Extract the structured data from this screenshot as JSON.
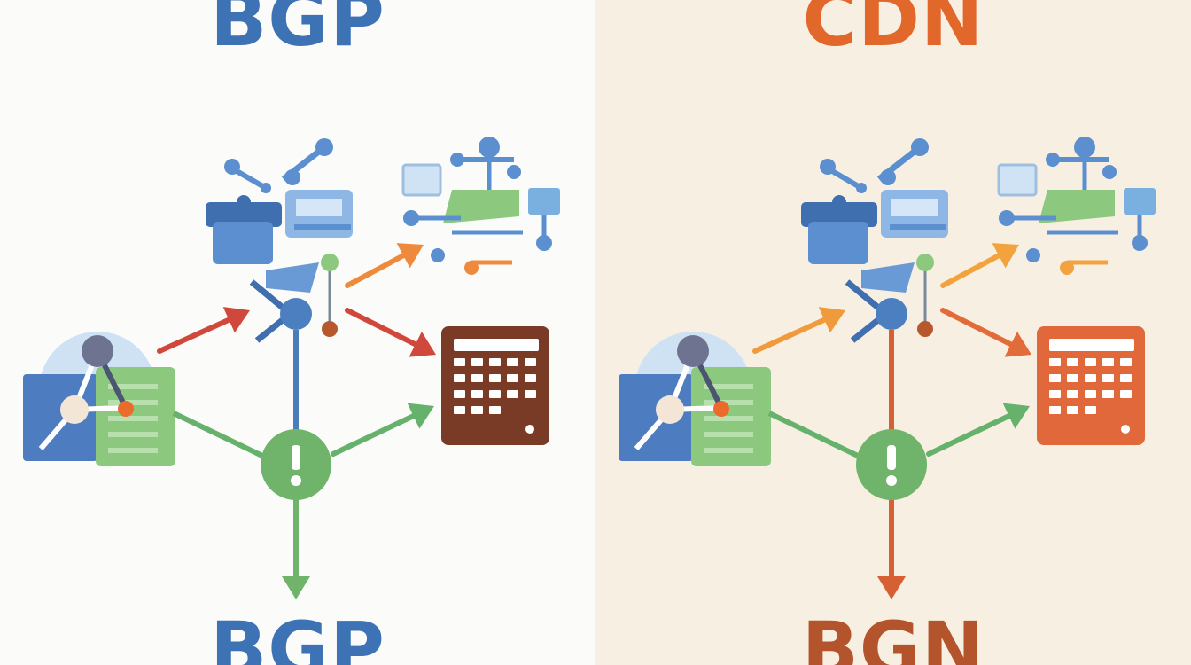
{
  "panels": [
    {
      "top_title": "BGP",
      "bottom_title": "BGP",
      "colors": {
        "title": "#3d72b4",
        "bottom_title": "#3d72b4",
        "arrow_in": "#d0483c",
        "arrow_out": "#d0483c",
        "arrow_up": "#ef8a3c",
        "device_fill": "#7a3b26",
        "center_line": "#4a7db8",
        "bottom_arrow": "#6fb46a",
        "background": "#fbfbfa",
        "accent_node": "#ec6a2c"
      }
    },
    {
      "top_title": "CDN",
      "bottom_title": "BGN",
      "colors": {
        "title": "#e2672b",
        "bottom_title": "#b3542c",
        "arrow_in": "#f09a3c",
        "arrow_out": "#e26b3a",
        "arrow_up": "#f3a33e",
        "device_fill": "#e0683a",
        "center_line": "#d65f34",
        "bottom_arrow": "#d65f34",
        "background": "#f8efe3",
        "accent_node": "#ec6a2c"
      }
    }
  ],
  "icons": [
    "network-topology-icon",
    "server-cluster-icon",
    "monitor-icon",
    "router-icon",
    "document-icon",
    "alert-icon",
    "calculator-device-icon",
    "connection-arrow-icon"
  ]
}
